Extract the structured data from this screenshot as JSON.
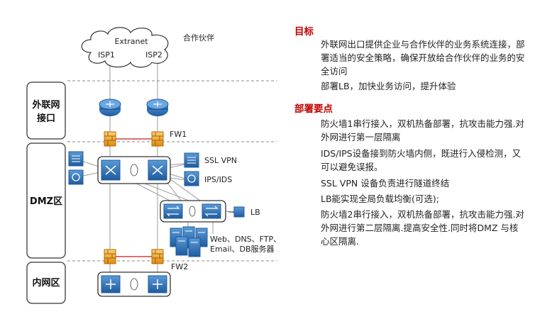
{
  "diagram": {
    "cloud": {
      "top": "Extranet",
      "left": "ISP1",
      "right": "ISP2"
    },
    "partner_label": "合作伙伴",
    "zones": {
      "external": "外联网\n接口",
      "dmz": "DMZ区",
      "internal": "内网区"
    },
    "fw1": "FW1",
    "fw2": "FW2",
    "ssl_vpn": "SSL VPN",
    "ips_ids": "IPS/IDS",
    "lb": "LB",
    "servers": [
      "Web、DNS、FTP、",
      "Email、DB服务器"
    ]
  },
  "goal": {
    "title": "目标",
    "paras": [
      "外联网出口提供企业与合作伙伴的业务系统连接，部署适当的安全策略，确保开放给合作伙伴的业务的安全访问",
      "部署LB，加快业务访问，提升体验"
    ]
  },
  "deploy": {
    "title": "部署要点",
    "paras": [
      "防火墙1串行接入，双机热备部署，抗攻击能力强.对外网进行第一层隔离",
      "IDS/IPS设备接到防火墙内侧，既进行入侵检测，又可以避免误报。",
      "SSL VPN 设备负责进行隧道终结",
      "LB能实现全局负载均衡(可选);",
      "防火墙2串行接入，双机热备部署，抗攻击能力强.对外网进行第二层隔离.提高安全性.同时将DMZ 与核心区隔离."
    ]
  },
  "colors": {
    "accent": "#c00000",
    "device": "#2f6fb5",
    "firewall": "#f0a020"
  }
}
